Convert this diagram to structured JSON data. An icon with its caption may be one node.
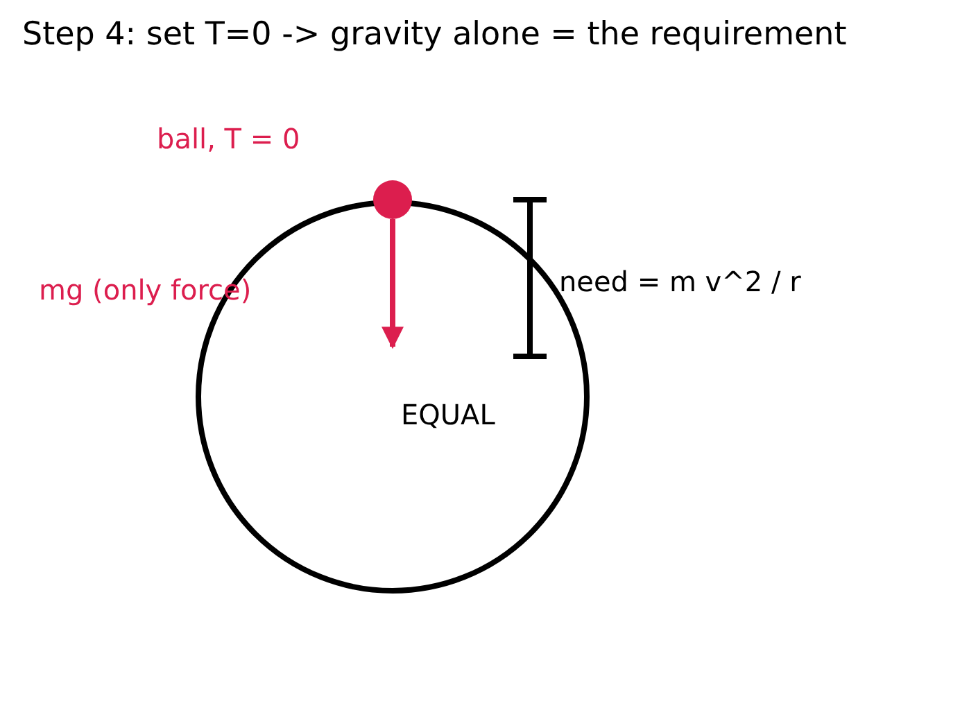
{
  "diagram": {
    "title": "Step 4: set T=0 -> gravity alone = the requirement",
    "nodes": [
      {
        "text": [
          "EQUAL"
        ]
      },
      {
        "text": [],
        "shape": "circle",
        "beside": [
          "ball, T = 0"
        ]
      }
    ],
    "edges": [
      {
        "from": 1,
        "to": 0,
        "arrow": "to",
        "color": "#dc1e4e"
      }
    ],
    "labels": [
      "mg (only force)",
      "need = m v^2 / r"
    ]
  }
}
